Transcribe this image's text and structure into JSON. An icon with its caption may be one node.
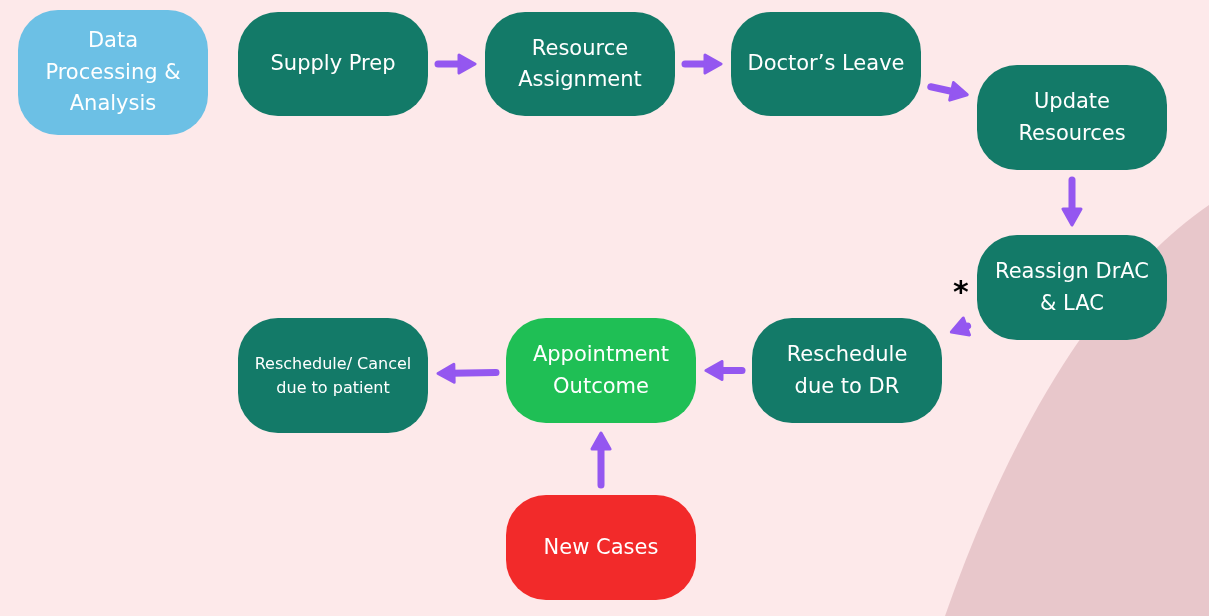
{
  "diagram": {
    "nodes": [
      {
        "text": [
          "Data Processing & Analysis"
        ]
      },
      {
        "text": [
          "Supply Prep"
        ]
      },
      {
        "text": [
          "Resource Assignment"
        ]
      },
      {
        "text": [
          "Doctor’s Leave"
        ]
      },
      {
        "text": [
          "Update Resources"
        ]
      },
      {
        "text": [
          "Reassign DrAC & LAC"
        ],
        "beside": [
          "*"
        ]
      },
      {
        "text": [
          "Reschedule due to DR"
        ]
      },
      {
        "text": [
          "Appointment Outcome"
        ]
      },
      {
        "text": [
          "Reschedule/ Cancel due to patient"
        ]
      },
      {
        "text": [
          "New Cases"
        ]
      }
    ],
    "edges": [
      {
        "from": 1,
        "to": 2,
        "arrow": "to"
      },
      {
        "from": 2,
        "to": 3,
        "arrow": "to"
      },
      {
        "from": 3,
        "to": 4,
        "arrow": "to"
      },
      {
        "from": 4,
        "to": 5,
        "arrow": "to"
      },
      {
        "from": 5,
        "to": 6,
        "arrow": "to"
      },
      {
        "from": 6,
        "to": 7,
        "arrow": "to"
      },
      {
        "from": 7,
        "to": 8,
        "arrow": "to"
      },
      {
        "from": 9,
        "to": 7,
        "arrow": "to"
      }
    ]
  }
}
